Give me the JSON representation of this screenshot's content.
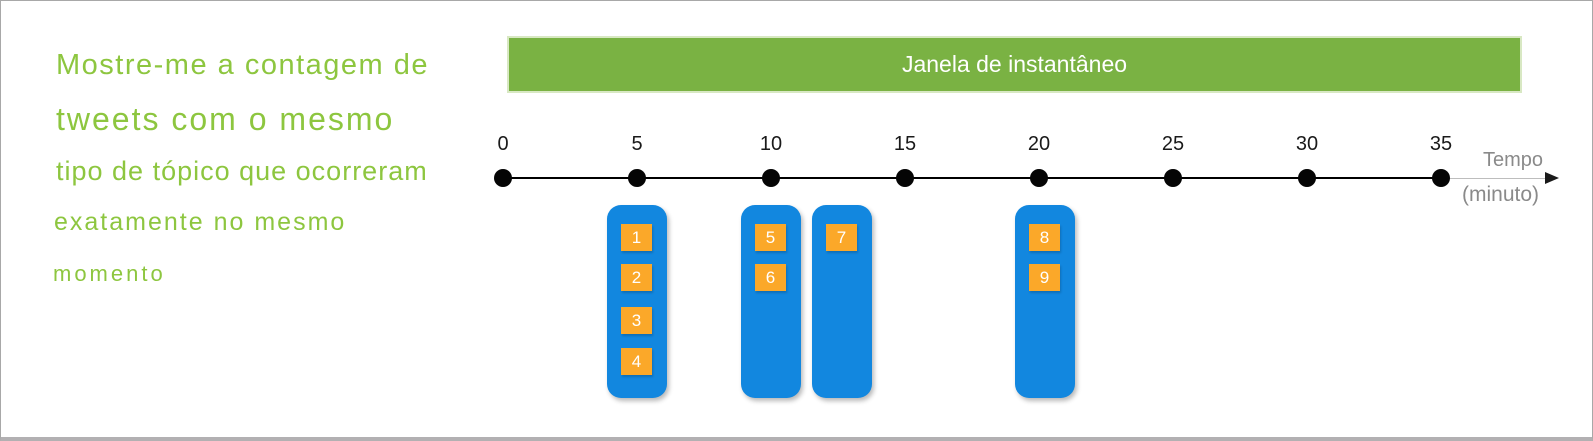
{
  "prompt": {
    "lines": [
      "Mostre-me a contagem de",
      "tweets com o mesmo",
      "tipo de tópico que ocorreram",
      "exatamente no mesmo",
      "momento"
    ]
  },
  "banner": {
    "label": "Janela de instantâneo"
  },
  "timeline": {
    "ticks": [
      "0",
      "5",
      "10",
      "15",
      "20",
      "25",
      "30",
      "35"
    ],
    "axis_label": "Tempo",
    "axis_unit": "(minuto)"
  },
  "groups": [
    {
      "minute": 5,
      "tweets": [
        "1",
        "2",
        "3",
        "4"
      ]
    },
    {
      "minute": 10,
      "tweets": [
        "5",
        "6"
      ]
    },
    {
      "minute": 12.5,
      "tweets": [
        "7"
      ]
    },
    {
      "minute": 20,
      "tweets": [
        "8",
        "9"
      ]
    }
  ],
  "colors": {
    "green_banner": "#7ab243",
    "green_text": "#8dc63f",
    "blue_bar": "#1287df",
    "orange_tweet": "#fba829",
    "gray_label": "#8a8a8a"
  }
}
